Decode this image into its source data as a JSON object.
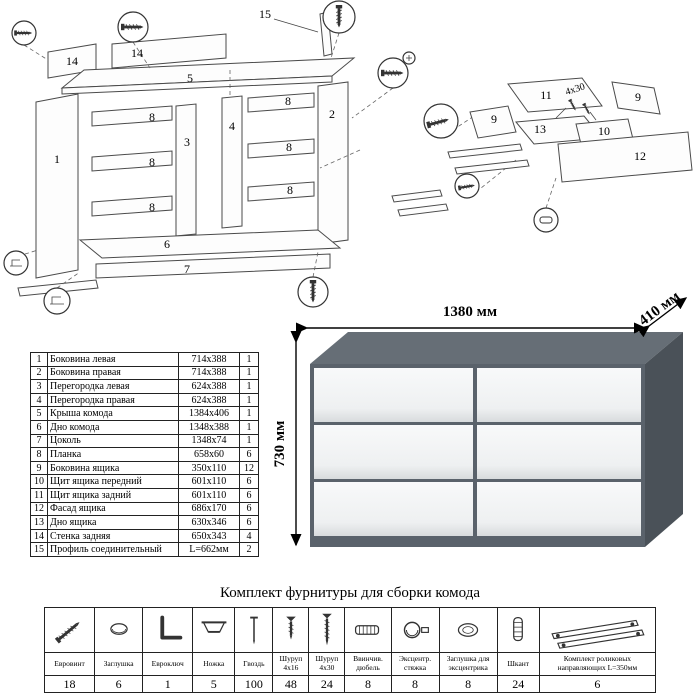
{
  "colors": {
    "dresser_body": "#5a626b",
    "dresser_top": "#666e76",
    "dresser_side": "#4a5158",
    "dresser_drawer": "#f4f5f6"
  },
  "dimensions": {
    "width": "1380 мм",
    "depth": "410 мм",
    "height": "730 мм"
  },
  "diagram": {
    "labels": {
      "p15": "15",
      "p14a": "14",
      "p14b": "14",
      "p5": "5",
      "p1": "1",
      "p2": "2",
      "p3": "3",
      "p4": "4",
      "p8a": "8",
      "p8b": "8",
      "p8c": "8",
      "p8d": "8",
      "p8e": "8",
      "p8f": "8",
      "p6": "6",
      "p7": "7",
      "p9a": "9",
      "p9b": "9",
      "p10": "10",
      "p11": "11",
      "p12": "12",
      "p13": "13",
      "screw_note": "4x30"
    }
  },
  "parts_table": {
    "rows": [
      {
        "num": "1",
        "name": "Боковина левая",
        "size": "714x388",
        "qty": "1"
      },
      {
        "num": "2",
        "name": "Боковина правая",
        "size": "714x388",
        "qty": "1"
      },
      {
        "num": "3",
        "name": "Перегородка левая",
        "size": "624x388",
        "qty": "1"
      },
      {
        "num": "4",
        "name": "Перегородка правая",
        "size": "624x388",
        "qty": "1"
      },
      {
        "num": "5",
        "name": "Крыша комода",
        "size": "1384x406",
        "qty": "1"
      },
      {
        "num": "6",
        "name": "Дно комода",
        "size": "1348x388",
        "qty": "1"
      },
      {
        "num": "7",
        "name": "Цоколь",
        "size": "1348x74",
        "qty": "1"
      },
      {
        "num": "8",
        "name": "Планка",
        "size": "658x60",
        "qty": "6"
      },
      {
        "num": "9",
        "name": "Боковина ящика",
        "size": "350x110",
        "qty": "12"
      },
      {
        "num": "10",
        "name": "Щит ящика передний",
        "size": "601x110",
        "qty": "6"
      },
      {
        "num": "11",
        "name": "Щит ящика задний",
        "size": "601x110",
        "qty": "6"
      },
      {
        "num": "12",
        "name": "Фасад ящика",
        "size": "686x170",
        "qty": "6"
      },
      {
        "num": "13",
        "name": "Дно ящика",
        "size": "630x346",
        "qty": "6"
      },
      {
        "num": "14",
        "name": "Стенка задняя",
        "size": "650x343",
        "qty": "4"
      },
      {
        "num": "15",
        "name": "Профиль соединительный",
        "size": "L=662мм",
        "qty": "2"
      }
    ]
  },
  "hardware": {
    "title": "Комплект фурнитуры для сборки комода",
    "items": [
      {
        "name": "Евровинт",
        "qty": "18"
      },
      {
        "name": "Заглушка",
        "qty": "6"
      },
      {
        "name": "Евроключ",
        "qty": "1"
      },
      {
        "name": "Ножка",
        "qty": "5"
      },
      {
        "name": "Гвоздь",
        "qty": "100"
      },
      {
        "name": "Шуруп 4x16",
        "qty": "48"
      },
      {
        "name": "Шуруп 4x30",
        "qty": "24"
      },
      {
        "name": "Ввинчив. дюбель",
        "qty": "8"
      },
      {
        "name": "Эксцентр. стяжка",
        "qty": "8"
      },
      {
        "name": "Заглушка для эксцентрика",
        "qty": "8"
      },
      {
        "name": "Шкант",
        "qty": "24"
      },
      {
        "name": "Комплект роликовых направляющих L=350мм",
        "qty": "6"
      }
    ]
  }
}
